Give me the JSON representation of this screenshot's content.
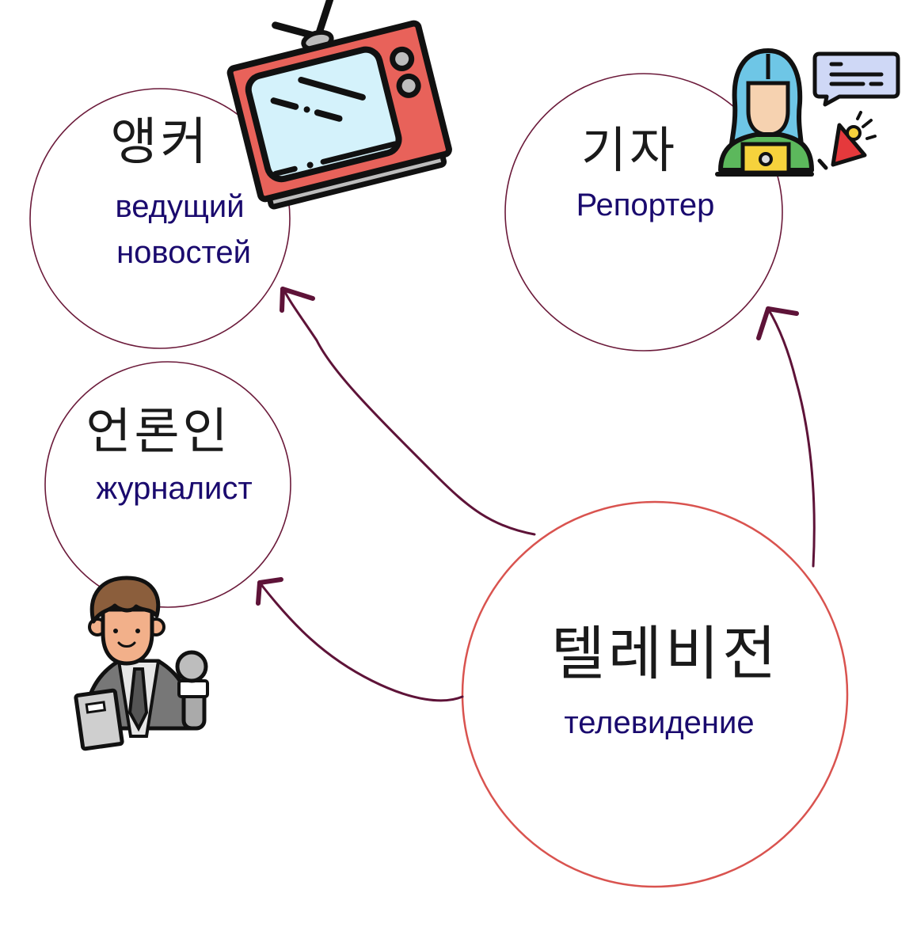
{
  "diagram": {
    "colors": {
      "circle_outline": "#6b1a3a",
      "center_circle_outline": "#d9534f",
      "arrow": "#5e1338",
      "korean_text": "#1a1a1a",
      "russian_text": "#1a0a6e"
    },
    "center": {
      "korean": "텔레비전",
      "russian": "телевидение"
    },
    "nodes": [
      {
        "id": "anchor",
        "korean": "앵커",
        "russian_line1": "ведущий",
        "russian_line2": "новостей",
        "icon": "retro-tv-icon"
      },
      {
        "id": "reporter",
        "korean": "기자",
        "russian_line1": "Репортер",
        "icon": "reporter-woman-icon"
      },
      {
        "id": "journalist",
        "korean": "언론인",
        "russian_line1": "журналист",
        "icon": "journalist-man-icon"
      }
    ],
    "edges": [
      {
        "from": "center",
        "to": "anchor"
      },
      {
        "from": "center",
        "to": "reporter"
      },
      {
        "from": "center",
        "to": "journalist"
      }
    ]
  }
}
